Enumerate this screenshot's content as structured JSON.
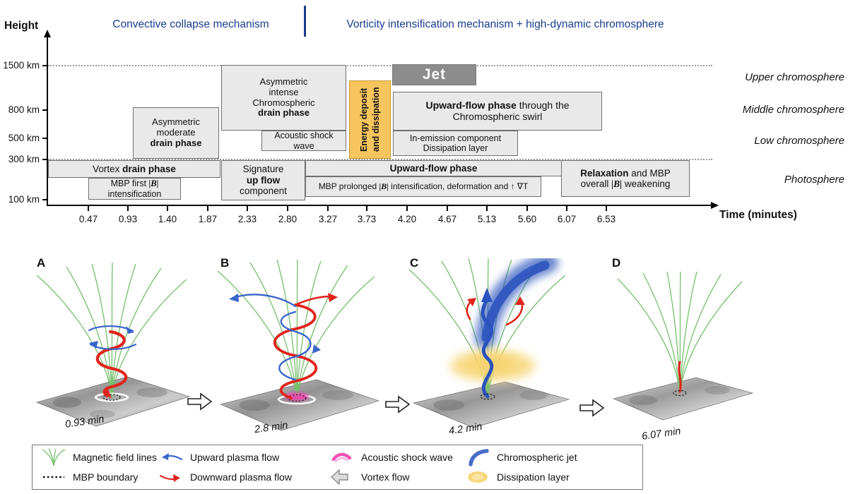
{
  "header": {
    "left": "Convective collapse mechanism",
    "right": "Vorticity intensification mechanism + high-dynamic chromosphere"
  },
  "axes": {
    "y_label": "Height",
    "x_label": "Time (minutes)",
    "height_ticks": [
      "1500 km",
      "800 km",
      "500 km",
      "300 km",
      "100 km"
    ],
    "time_ticks": [
      "0.47",
      "0.93",
      "1.40",
      "1.87",
      "2.33",
      "2.80",
      "3.27",
      "3.73",
      "4.20",
      "4.67",
      "5.13",
      "5.60",
      "6.07",
      "6.53"
    ],
    "layer_labels": [
      "Upper chromosphere",
      "Middle chromosphere",
      "Low chromosphere",
      "Photosphere"
    ]
  },
  "boxes": {
    "moderate": {
      "l1": "Asymmetric",
      "l2": "moderate",
      "l3": "drain phase"
    },
    "intense": {
      "l1": "Asymmetric",
      "l2": "intense",
      "l3": "Chromospheric",
      "l4": "drain phase"
    },
    "acoustic": {
      "l1": "Acoustic shock",
      "l2": "wave"
    },
    "energy": {
      "label": "Energy deposit and dissipation"
    },
    "jet": {
      "label": "Jet"
    },
    "upward_chromo": {
      "b": "Upward-flow phase",
      "r": " through the",
      "l2": "Chromospheric swirl"
    },
    "in_emission": {
      "l1": "In-emission component",
      "l2": "Dissipation layer"
    },
    "vortex": {
      "a": "Vortex ",
      "b": "drain phase"
    },
    "mbp_first": {
      "a": "MBP first ",
      "m": "|B|",
      "l2": "intensification"
    },
    "signature": {
      "l1": "Signature",
      "l2": "up flow",
      "l3": "component"
    },
    "upward_photo": {
      "label": "Upward-flow phase"
    },
    "mbp_prolonged": {
      "a": "MBP prolonged ",
      "m": "|B|",
      "c": " intensification, deformation and ↑ ∇T"
    },
    "relaxation": {
      "a": "Relaxation",
      "b": " and MBP",
      "c": "overall ",
      "m": "|B|",
      "d": " weakening"
    }
  },
  "panels": [
    {
      "letter": "A",
      "time": "0.93 min"
    },
    {
      "letter": "B",
      "time": "2.8 min"
    },
    {
      "letter": "C",
      "time": "4.2 min"
    },
    {
      "letter": "D",
      "time": "6.07 min"
    }
  ],
  "legend": {
    "items": [
      {
        "label": "Magnetic field lines"
      },
      {
        "label": "MBP boundary"
      },
      {
        "label": "Upward plasma flow"
      },
      {
        "label": "Downward plasma flow"
      },
      {
        "label": "Acoustic shock wave"
      },
      {
        "label": "Vortex flow"
      },
      {
        "label": "Chromospheric jet"
      },
      {
        "label": "Dissipation layer"
      }
    ]
  },
  "colors": {
    "header-blue": "#1c3d8f",
    "box-gray": "#e9e9e9",
    "box-border": "#6f6f6f",
    "jet-gray": "#8c8c8c",
    "energy-orange": "#f6c55e",
    "field-green": "#76bf6b",
    "flow-red": "#e0241c",
    "flow-blue": "#3a66cc",
    "shock-magenta": "#f23db0",
    "jet-blue": "#2a52be",
    "dissipation-yellow": "#f7d36e"
  }
}
